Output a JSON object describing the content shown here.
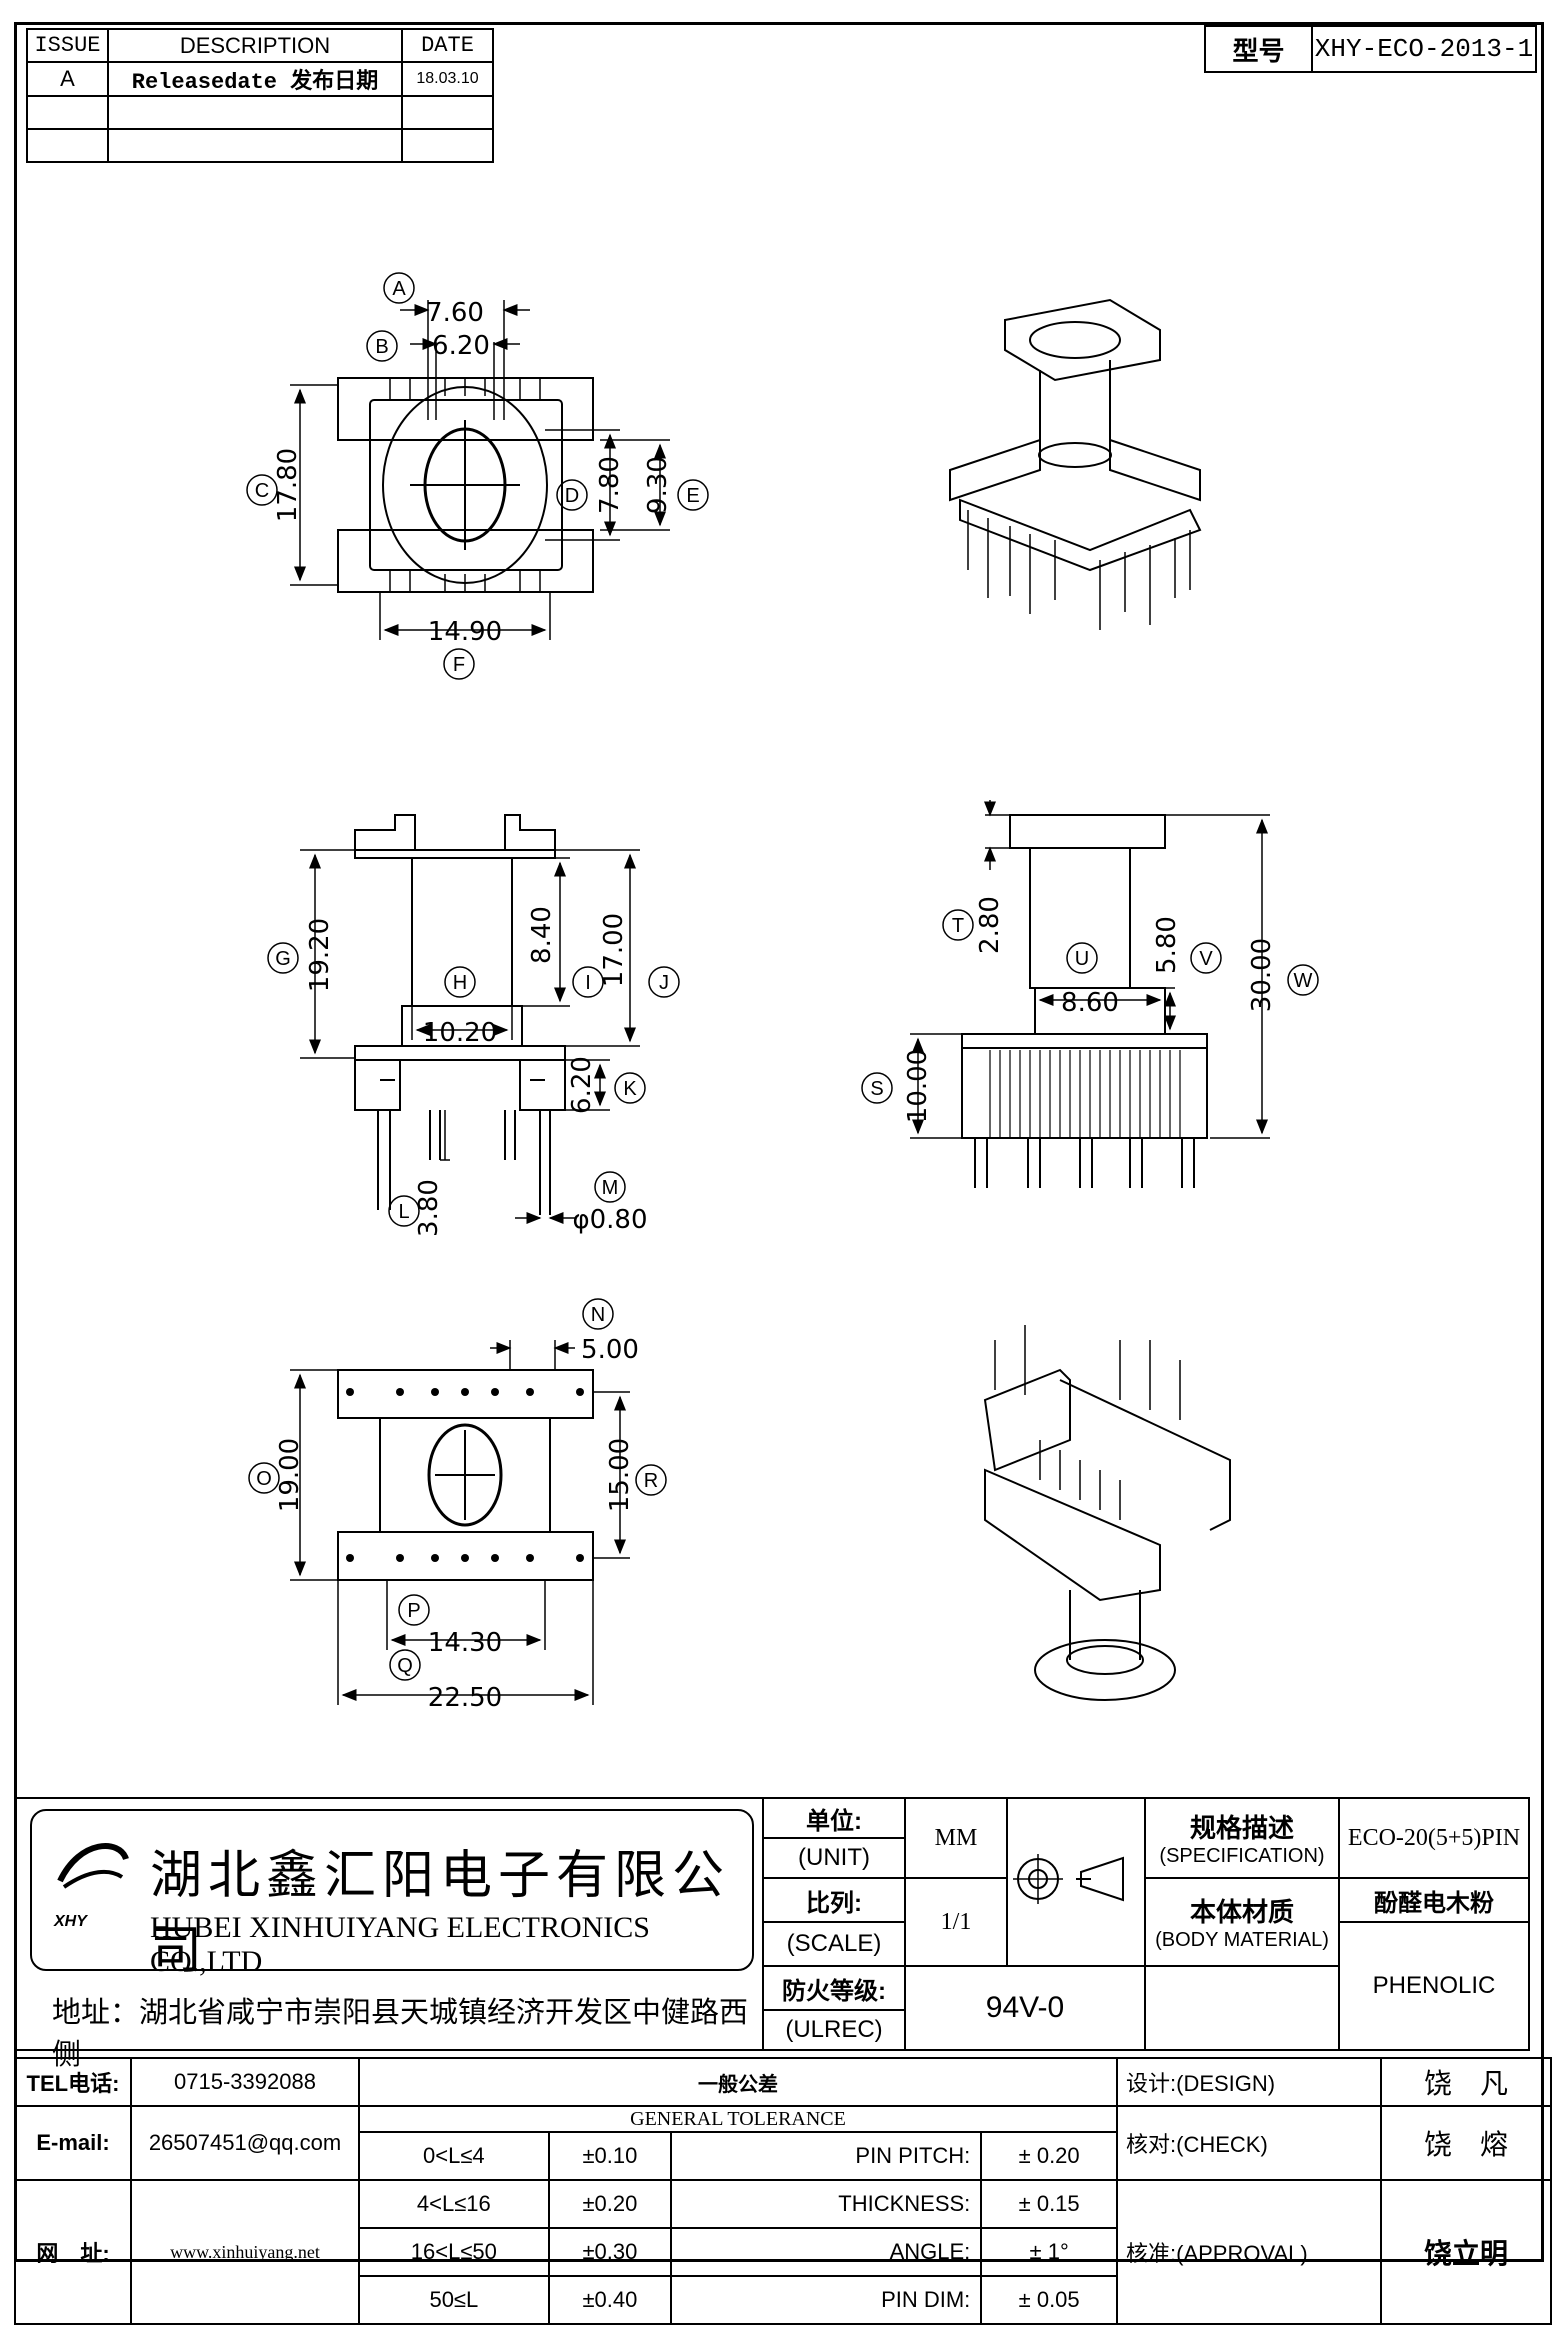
{
  "revision": {
    "headers": {
      "issue": "ISSUE",
      "description": "DESCRIPTION",
      "date": "DATE"
    },
    "rows": [
      {
        "issue": "A",
        "description": "Releasedate 发布日期",
        "date": "18.03.10"
      },
      {
        "issue": "",
        "description": "",
        "date": ""
      },
      {
        "issue": "",
        "description": "",
        "date": ""
      }
    ]
  },
  "model": {
    "label": "型号",
    "value": "XHY-ECO-2013-1"
  },
  "top_view": {
    "markers": {
      "a": "A",
      "b": "B",
      "c": "C",
      "d": "D",
      "e": "E",
      "f": "F"
    },
    "dims": {
      "a": "7.60",
      "b": "6.20",
      "c": "17.80",
      "d": "7.80",
      "e": "9.30",
      "f": "14.90"
    }
  },
  "side_view": {
    "markers": {
      "g": "G",
      "h": "H",
      "i": "I",
      "j": "J",
      "k": "K",
      "l": "L",
      "m": "M"
    },
    "dims": {
      "g": "19.20",
      "h": "10.20",
      "i": "8.40",
      "j": "17.00",
      "k": "6.20",
      "l": "3.80",
      "m": "φ0.80"
    }
  },
  "front_view": {
    "markers": {
      "s": "S",
      "t": "T",
      "u": "U",
      "v": "V",
      "w": "W"
    },
    "dims": {
      "s": "10.00",
      "t": "2.80",
      "u": "8.60",
      "v": "5.80",
      "w": "30.00"
    }
  },
  "bottom_view": {
    "markers": {
      "n": "N",
      "o": "O",
      "p": "P",
      "q": "Q",
      "r": "R"
    },
    "dims": {
      "n": "5.00",
      "o": "19.00",
      "p": "14.30",
      "q": "22.50",
      "r": "15.00"
    }
  },
  "company": {
    "name_cn": "湖北鑫汇阳电子有限公司",
    "name_en": "HUBEI XINHUIYANG ELECTRONICS CO.,LTD",
    "logo_text": "XHY",
    "address": "地址：湖北省咸宁市崇阳县天城镇经济开发区中健路西侧"
  },
  "spec": {
    "unit_cn": "单位:",
    "unit_en": "(UNIT)",
    "unit_value": "MM",
    "scale_cn": "比列:",
    "scale_en": "(SCALE)",
    "scale_value": "1/1",
    "ul_cn": "防火等级:",
    "ul_en": "(ULREC)",
    "ul_value": "94V-0",
    "specification_cn": "规格描述",
    "specification_en": "(SPECIFICATION)",
    "specification_value": "ECO-20(5+5)PIN",
    "material_cn": "本体材质",
    "material_en": "(BODY MATERIAL)",
    "material_value_cn": "酚醛电木粉",
    "material_value_en": "PHENOLIC"
  },
  "contact": {
    "tel_label": "TEL电话:",
    "tel": "0715-3392088",
    "email_label": "E-mail:",
    "email": "26507451@qq.com",
    "web_label": "网　址:",
    "web": "www.xinhuiyang.net"
  },
  "tolerance": {
    "title_cn": "一般公差",
    "title_en": "GENERAL TOLERANCE",
    "ranges": [
      {
        "range": "0<L≤4",
        "tol": "±0.10"
      },
      {
        "range": "4<L≤16",
        "tol": "±0.20"
      },
      {
        "range": "16<L≤50",
        "tol": "±0.30"
      },
      {
        "range": "50≤L",
        "tol": "±0.40"
      }
    ],
    "others": [
      {
        "name": "PIN PITCH:",
        "tol": "± 0.20"
      },
      {
        "name": "THICKNESS:",
        "tol": "± 0.15"
      },
      {
        "name": "ANGLE:",
        "tol": "± 1°"
      },
      {
        "name": "PIN DIM:",
        "tol": "± 0.05"
      }
    ]
  },
  "signoff": {
    "design_label": "设计:(DESIGN)",
    "design_name": "饶　凡",
    "check_label": "核对:(CHECK)",
    "check_name": "饶　熔",
    "approval_label": "核准:(APPROVAL)",
    "approval_name": "饶立明"
  }
}
